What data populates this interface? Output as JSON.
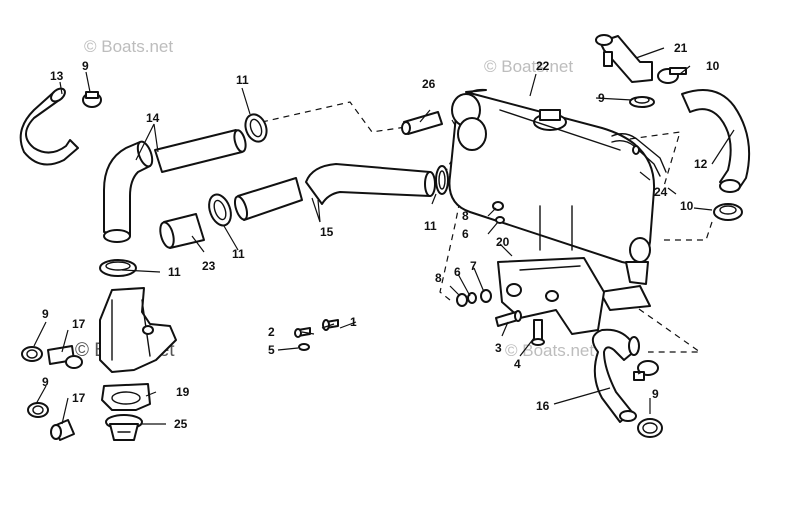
{
  "watermarks": {
    "top_left": "© Boats.net",
    "top_right": "© Boats.net",
    "center_left": "© Boats.net",
    "bottom_right": "© Boats.net"
  },
  "callouts": {
    "c1": "1",
    "c2": "2",
    "c3": "3",
    "c4": "4",
    "c5": "5",
    "c6a": "6",
    "c6b": "6",
    "c7": "7",
    "c8a": "8",
    "c8b": "8",
    "c9a": "9",
    "c9b": "9",
    "c9c": "9",
    "c9d": "9",
    "c9e": "9",
    "c10a": "10",
    "c10b": "10",
    "c11a": "11",
    "c11b": "11",
    "c11c": "11",
    "c11d": "11",
    "c12": "12",
    "c13": "13",
    "c14": "14",
    "c15": "15",
    "c16": "16",
    "c17a": "17",
    "c17b": "17",
    "c19": "19",
    "c20": "20",
    "c21": "21",
    "c22": "22",
    "c23": "23",
    "c24": "24",
    "c25": "25",
    "c26": "26"
  }
}
